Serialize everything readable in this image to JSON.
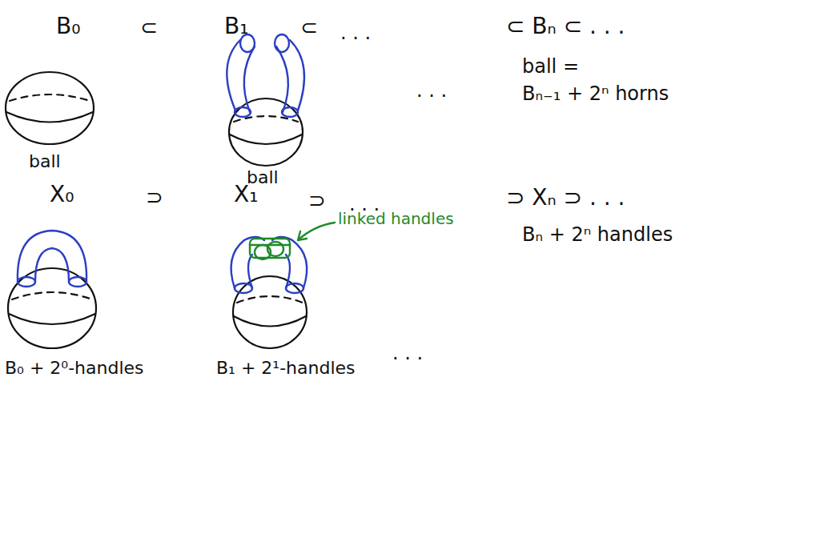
{
  "diagram": {
    "labels": [
      "B₀",
      "⊂",
      "B₁",
      "⊂",
      ". . .",
      "⊂ Bₙ ⊂ . . .",
      "ball =",
      "Bₙ₋₁ + 2ⁿ horns",
      "ball",
      ". . .",
      "ball",
      "X₀",
      "⊃",
      "X₁",
      "⊃",
      ". . .",
      "⊃ Xₙ ⊃ . . .",
      "Bₙ + 2ⁿ handles",
      "linked handles",
      ". . .",
      "B₀ + 2⁰-handles",
      "B₁ + 2¹-handles"
    ]
  }
}
